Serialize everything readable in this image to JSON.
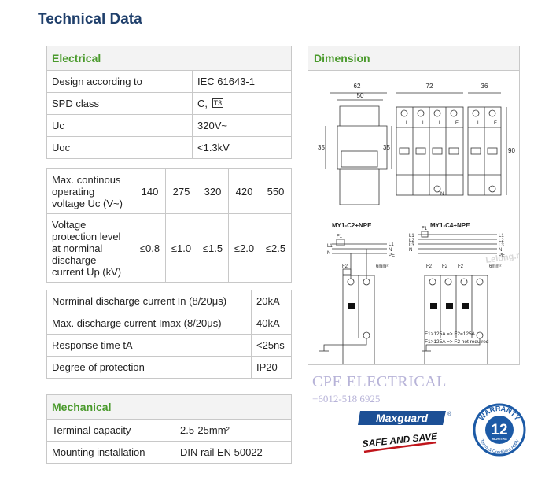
{
  "page_title": "Technical Data",
  "electrical": {
    "header": "Electrical",
    "rows": [
      {
        "label": "Design according to",
        "value": "IEC 61643-1"
      },
      {
        "label": "SPD class",
        "value": "C,",
        "badge": "T3"
      },
      {
        "label": "Uc",
        "value": "320V~"
      },
      {
        "label": "Uoc",
        "value": "<1.3kV"
      }
    ]
  },
  "voltage_table": {
    "row1": {
      "label": "Max. continous operating voltage Uc (V~)",
      "values": [
        "140",
        "275",
        "320",
        "420",
        "550"
      ]
    },
    "row2": {
      "label": "Voltage protection level at norminal discharge current Up (kV)",
      "values": [
        "≤0.8",
        "≤1.0",
        "≤1.5",
        "≤2.0",
        "≤2.5"
      ]
    }
  },
  "discharge": {
    "rows": [
      {
        "label": "Norminal discharge current In (8/20μs)",
        "value": "20kA"
      },
      {
        "label": "Max. discharge current Imax (8/20μs)",
        "value": "40kA"
      },
      {
        "label": "Response time tA",
        "value": "<25ns"
      },
      {
        "label": "Degree of protection",
        "value": "IP20"
      }
    ]
  },
  "mechanical": {
    "header": "Mechanical",
    "rows": [
      {
        "label": "Terminal capacity",
        "value": "2.5-25mm²"
      },
      {
        "label": "Mounting installation",
        "value": "DIN rail EN 50022"
      }
    ]
  },
  "dimension": {
    "header": "Dimension",
    "dims": {
      "w62": "62",
      "w50": "50",
      "w72": "72",
      "w36": "36",
      "h35a": "35",
      "h35b": "35",
      "h90": "90"
    },
    "diagram_left_title": "MY1-C2+NPE",
    "diagram_right_title": "MY1-C4+NPE",
    "labels": {
      "l1": "L1",
      "n": "N",
      "f1": "F1",
      "f2": "F2",
      "pe": "PE",
      "l2": "L2",
      "l3": "L3",
      "mm": "6mm²",
      "term_l": "L",
      "term_n": "N",
      "term_e": "E"
    },
    "note1": "F1>125A => F2=125A",
    "note2": "F1>125A => F2 not required"
  },
  "watermark": "Lelong.my",
  "company": "CPE ELECTRICAL",
  "phone": "+6012-518 6925",
  "logo": {
    "name": "Maxguard",
    "reg": "®",
    "slogan": "SAFE AND SAVE"
  },
  "warranty": {
    "number": "12",
    "months": "MONTHS",
    "word": "WARRANTY",
    "terms": "Terms & Conditions Apply"
  },
  "colors": {
    "heading": "#1f3f6b",
    "section": "#4a9a2c",
    "logo_blue": "#1c4f95",
    "badge_blue": "#1c5aa6",
    "company": "#b7b3d8"
  }
}
